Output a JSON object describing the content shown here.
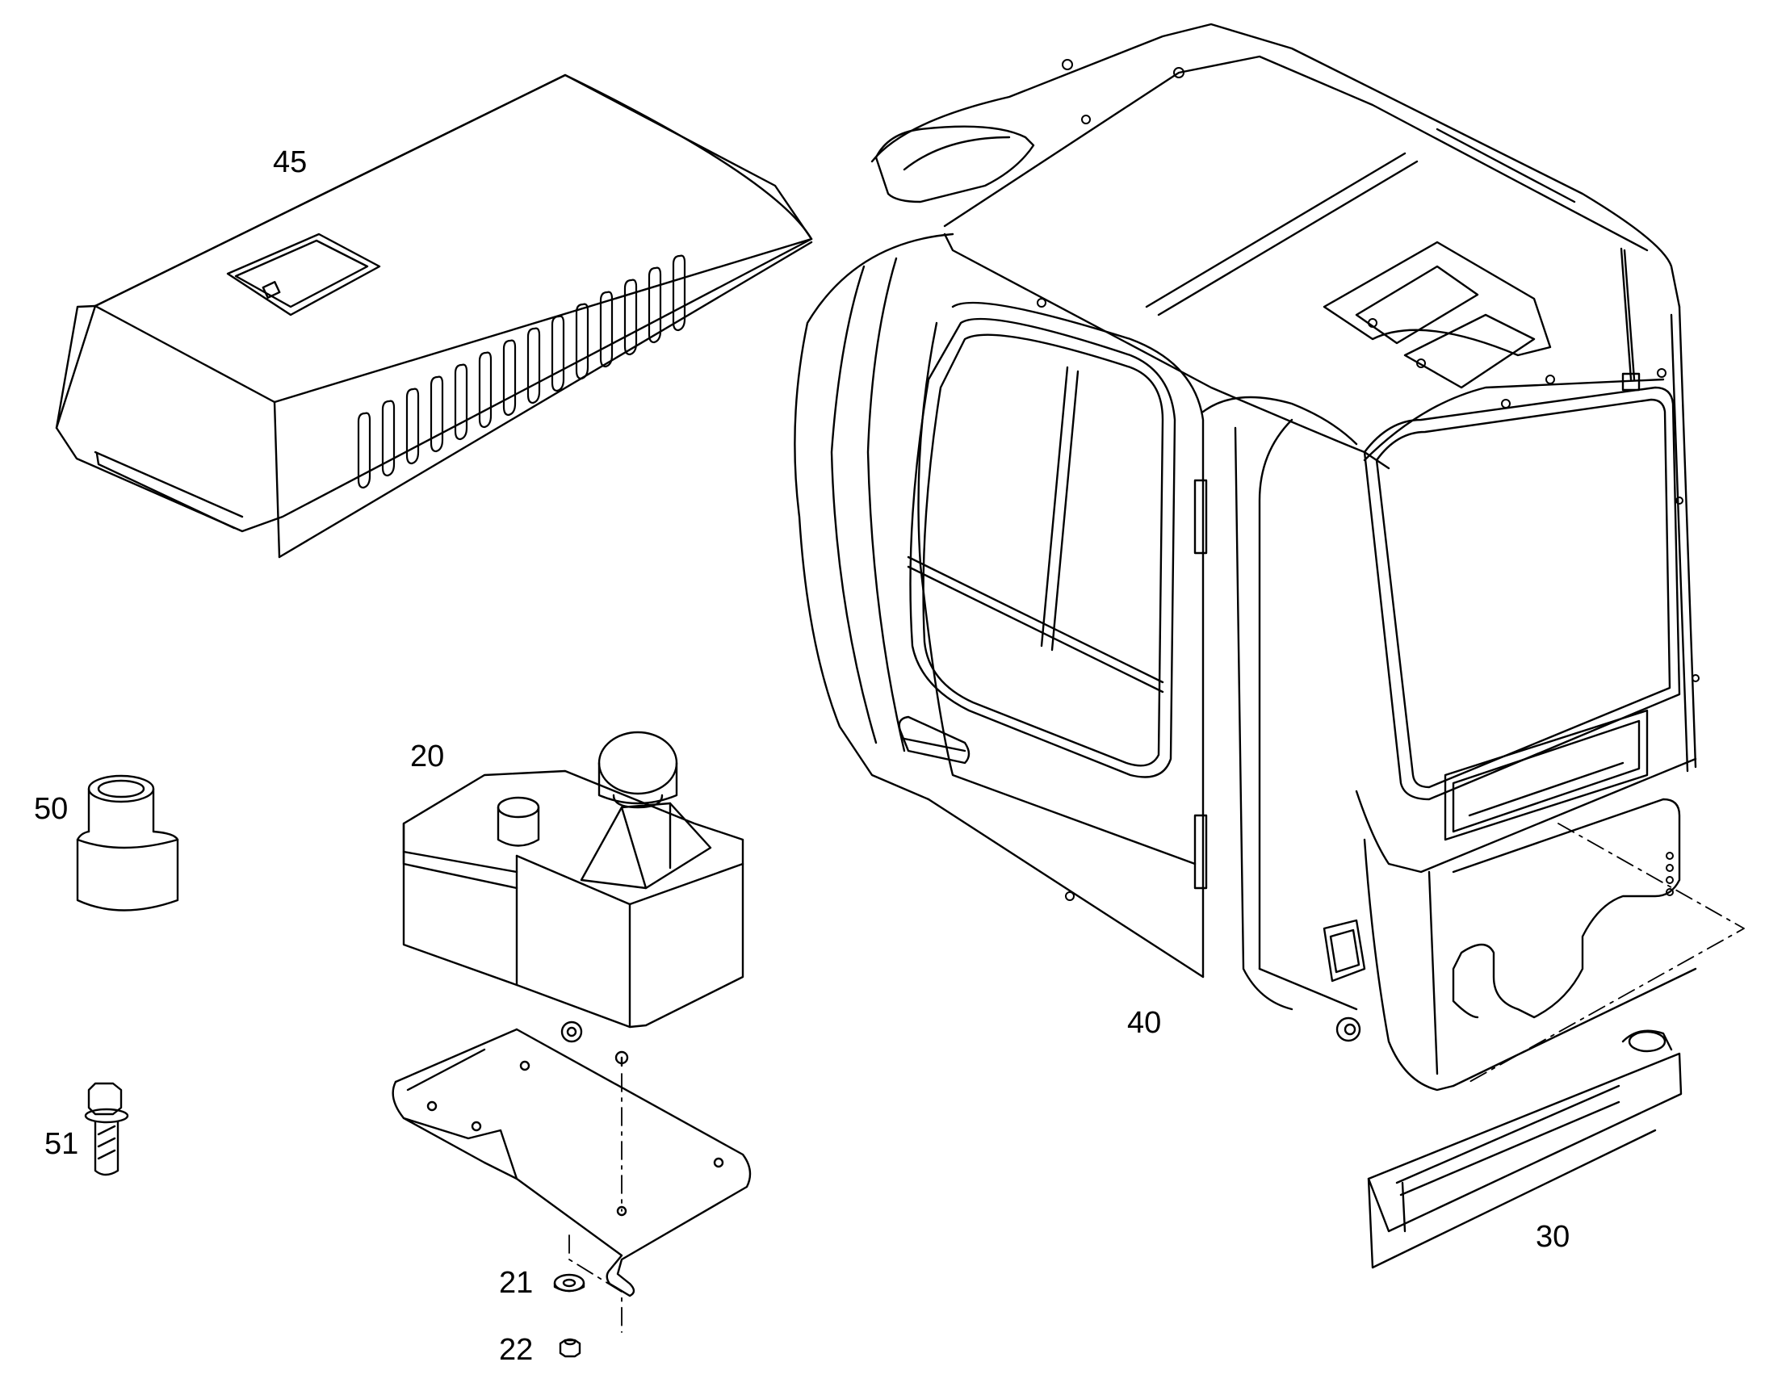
{
  "diagram": {
    "line_color": "#000000",
    "background": "#ffffff",
    "parts": [
      {
        "key": "p45",
        "label": "45",
        "icon": "engine-cover-icon"
      },
      {
        "key": "p40",
        "label": "40",
        "icon": "operator-cab-icon"
      },
      {
        "key": "p20",
        "label": "20",
        "icon": "washer-tank-icon"
      },
      {
        "key": "p50",
        "label": "50",
        "icon": "bushing-icon"
      },
      {
        "key": "p51",
        "label": "51",
        "icon": "flange-bolt-icon"
      },
      {
        "key": "p30",
        "label": "30",
        "icon": "step-rail-icon"
      },
      {
        "key": "p21",
        "label": "21",
        "icon": "washer-icon"
      },
      {
        "key": "p22",
        "label": "22",
        "icon": "nut-icon"
      }
    ]
  }
}
